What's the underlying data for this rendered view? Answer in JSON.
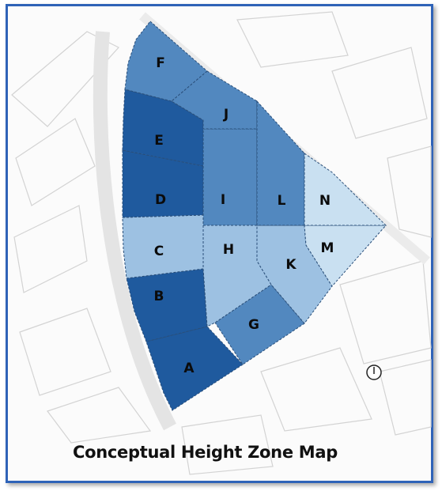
{
  "title": "Conceptual Height Zone Map",
  "compass_icon": "north-arrow-icon",
  "colors": {
    "frame": "#2f63b8",
    "dark_blue": "#1f5a9e",
    "medium_blue": "#5288bf",
    "light_blue": "#9dc1e2",
    "pale_blue": "#c9e0f1"
  },
  "zones": [
    {
      "id": "A",
      "label": "A",
      "shade": "dark_blue"
    },
    {
      "id": "B",
      "label": "B",
      "shade": "dark_blue"
    },
    {
      "id": "C",
      "label": "C",
      "shade": "light_blue"
    },
    {
      "id": "D",
      "label": "D",
      "shade": "dark_blue"
    },
    {
      "id": "E",
      "label": "E",
      "shade": "dark_blue"
    },
    {
      "id": "F",
      "label": "F",
      "shade": "medium_blue"
    },
    {
      "id": "G",
      "label": "G",
      "shade": "medium_blue"
    },
    {
      "id": "H",
      "label": "H",
      "shade": "light_blue"
    },
    {
      "id": "I",
      "label": "I",
      "shade": "medium_blue"
    },
    {
      "id": "J",
      "label": "J",
      "shade": "medium_blue"
    },
    {
      "id": "K",
      "label": "K",
      "shade": "light_blue"
    },
    {
      "id": "L",
      "label": "L",
      "shade": "medium_blue"
    },
    {
      "id": "M",
      "label": "M",
      "shade": "pale_blue"
    },
    {
      "id": "N",
      "label": "N",
      "shade": "pale_blue"
    }
  ]
}
